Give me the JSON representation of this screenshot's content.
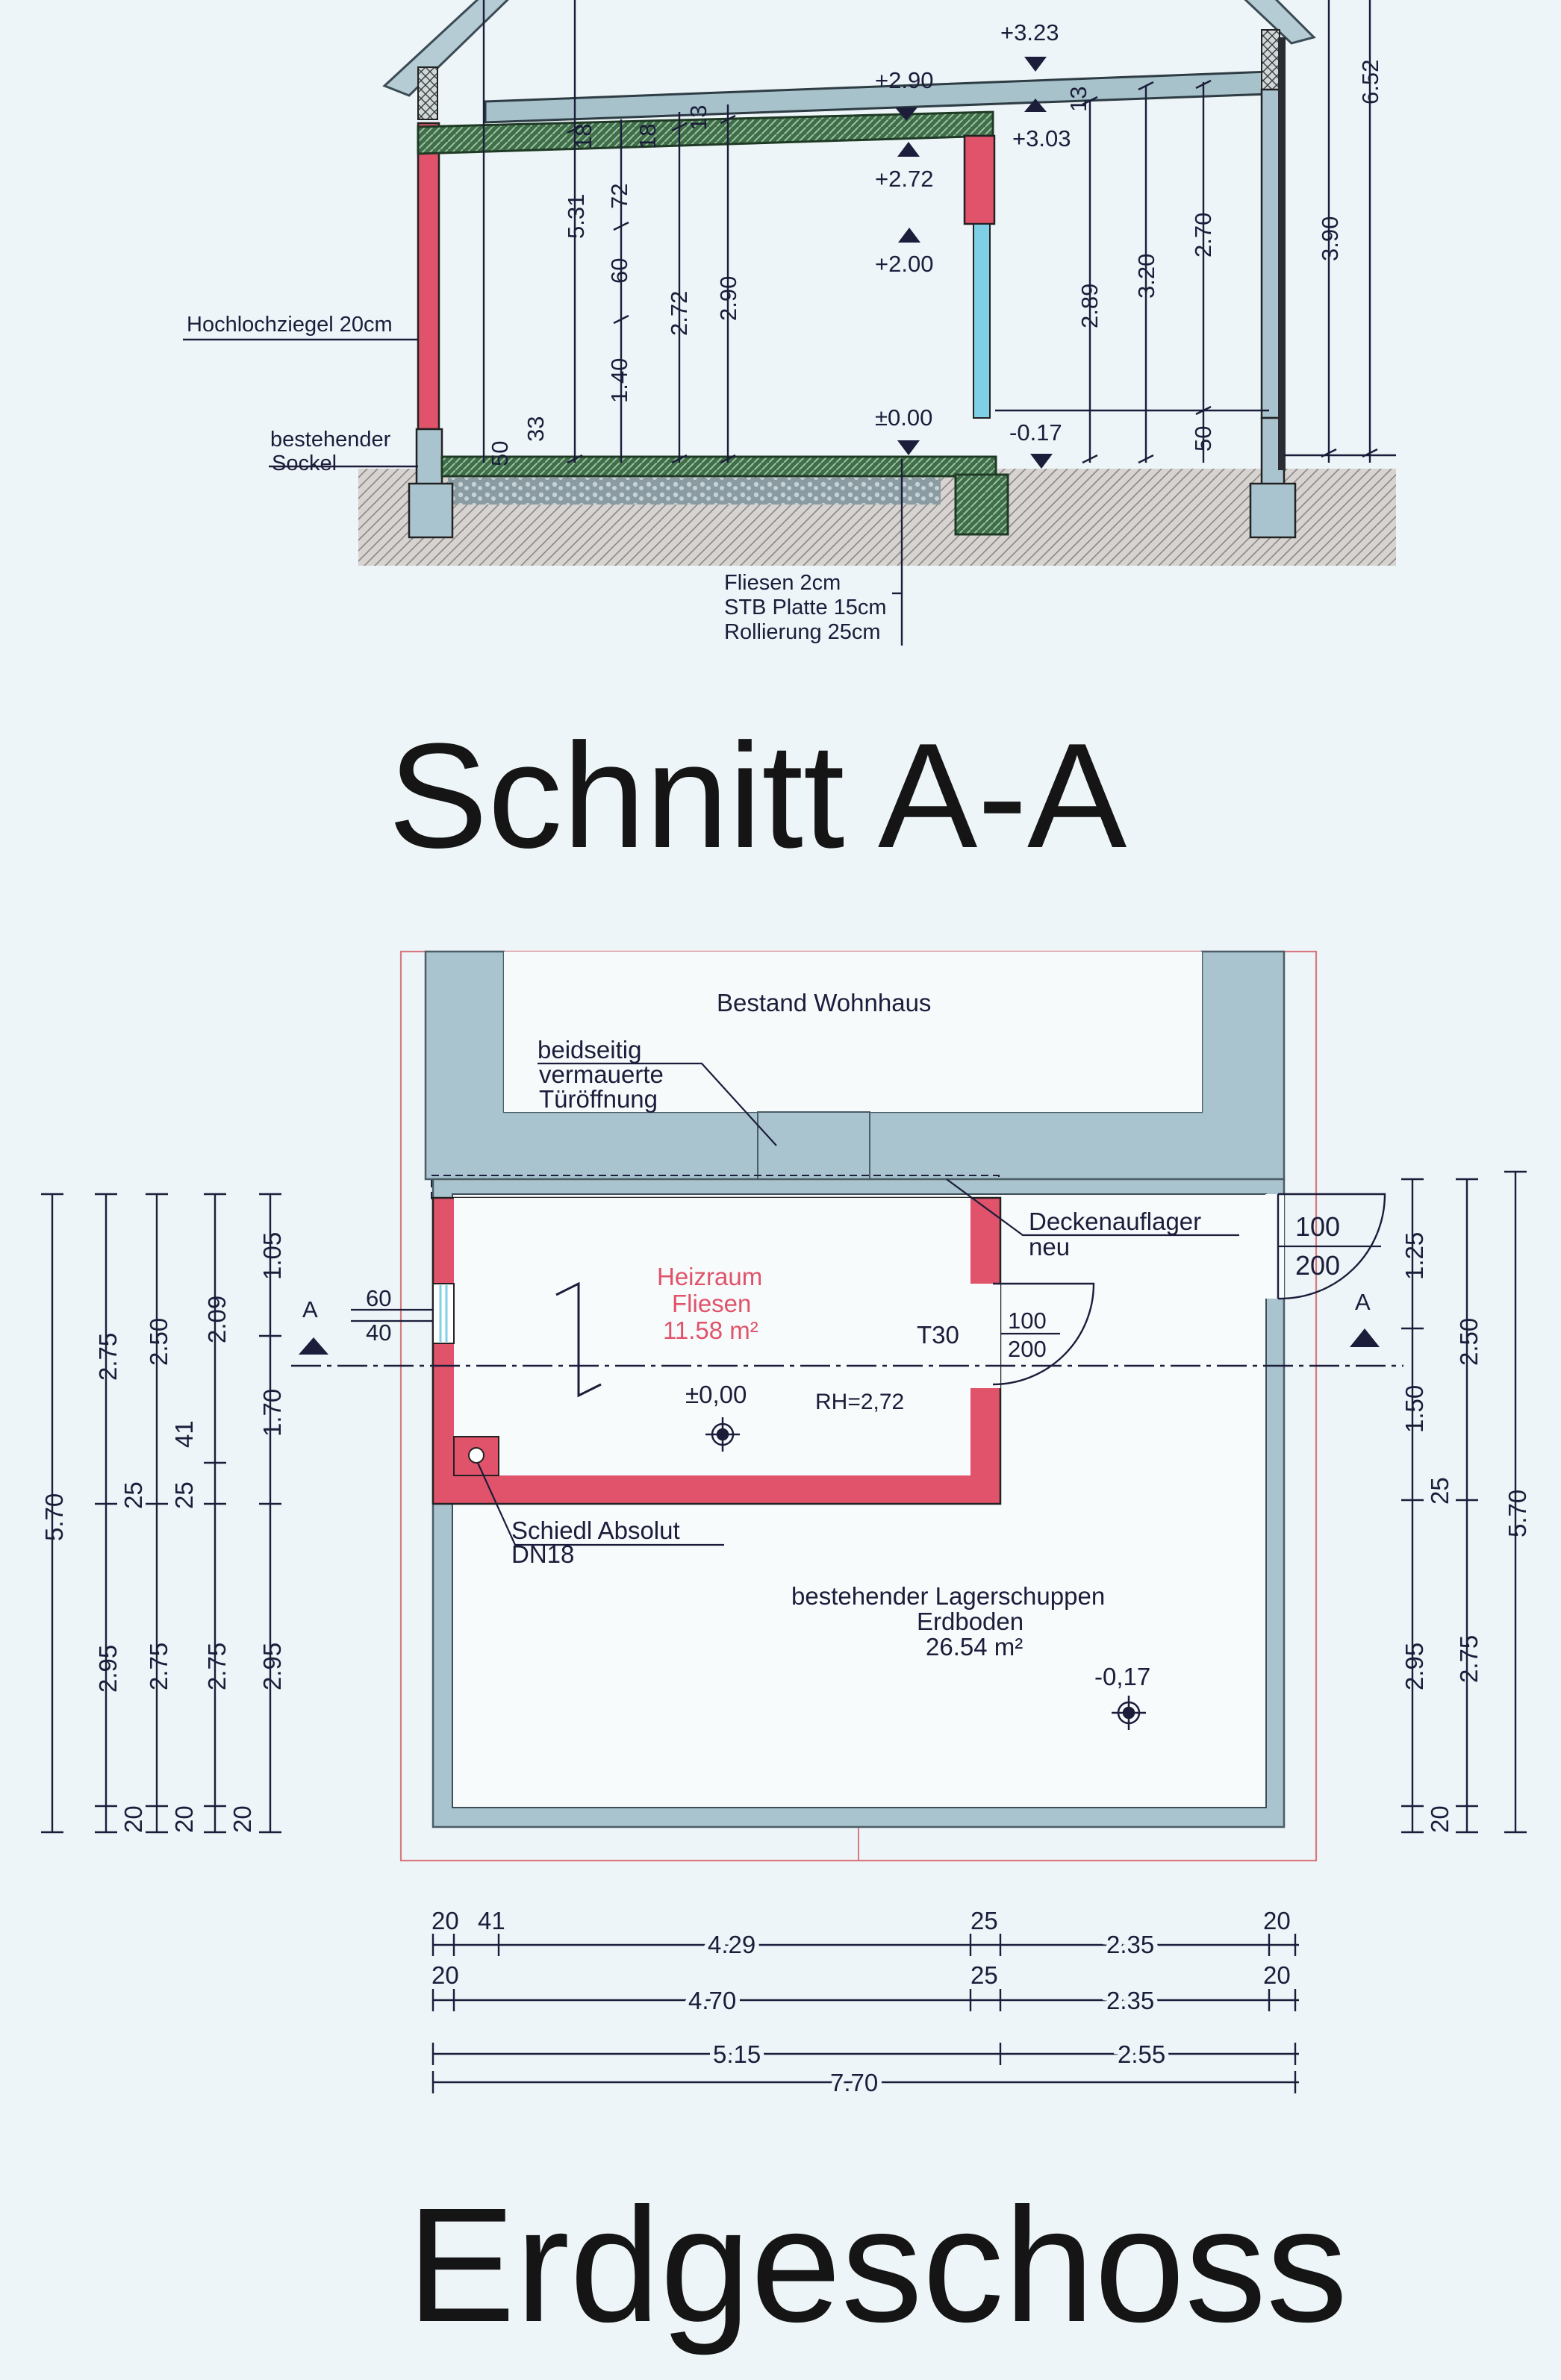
{
  "section": {
    "title": "Schnitt A-A",
    "labels": {
      "wall": "Hochlochziegel 20cm",
      "sockel_1": "bestehender",
      "sockel_2": "Sockel",
      "floor_1": "Fliesen 2cm",
      "floor_2": "STB Platte 15cm",
      "floor_3": "Rollierung 25cm"
    },
    "levels": {
      "l323": "+3.23",
      "l290": "+2.90",
      "l303": "+3.03",
      "l272": "+2.72",
      "l200": "+2.00",
      "l000": "±0.00",
      "lm017": "-0.17"
    },
    "dims": {
      "d531": "5.31",
      "d18a": "18",
      "d72": "72",
      "d60": "60",
      "d140": "1.40",
      "d18b": "18",
      "d272": "2.72",
      "d13": "13",
      "d290": "2.90",
      "d33": "33",
      "d50a": "50",
      "d289": "2.89",
      "d320": "3.20",
      "d270": "2.70",
      "d50b": "50",
      "d390": "3.90",
      "d652": "6.52",
      "d13b": "13"
    }
  },
  "plan": {
    "title": "Erdgeschoss",
    "labels": {
      "bestand": "Bestand Wohnhaus",
      "door_1": "beidseitig",
      "door_2": "vermauerte",
      "door_3": "Türöffnung",
      "decken_1": "Deckenauflager",
      "decken_2": "neu",
      "room1_name": "Heizraum",
      "room1_floor": "Fliesen",
      "room1_area": "11.58 m²",
      "room1_level": "±0,00",
      "rh": "RH=2,72",
      "t30": "T30",
      "schiedl_1": "Schiedl Absolut",
      "schiedl_2": "DN18",
      "room2_name": "bestehender Lagerschuppen",
      "room2_floor": "Erdboden",
      "room2_area": "26.54 m²",
      "room2_level": "-0,17",
      "cut_left": "A",
      "cut_right": "A",
      "win_top": "60",
      "win_bot": "40",
      "door_t30_top": "100",
      "door_t30_bot": "200",
      "door_ext_top": "100",
      "door_ext_bot": "200"
    },
    "left_dims": {
      "c1": "5.70",
      "c2a": "2.75",
      "c2b": "2.95",
      "c2c": "20",
      "c3a": "2.50",
      "c3b": "25",
      "c3c": "2.75",
      "c3d": "20",
      "c4a": "2.09",
      "c4b": "41",
      "c4c": "25",
      "c4d": "2.75",
      "c4e": "20",
      "c5a": "1.05",
      "c5b": "1.70",
      "c5c": "2.95"
    },
    "right_dims": {
      "r1a": "1.25",
      "r1b": "1.50",
      "r1c": "25",
      "r1d": "2.95",
      "r1e": "20",
      "r2a": "2.50",
      "r2b": "2.75",
      "r3": "5.70"
    },
    "bottom_dims": {
      "b1a": "20",
      "b1b": "41",
      "b1c": "4.29",
      "b1d": "25",
      "b1e": "2.35",
      "b1f": "20",
      "b2a": "20",
      "b2b": "4.70",
      "b2c": "25",
      "b2d": "2.35",
      "b2e": "20",
      "b3a": "5.15",
      "b3b": "2.55",
      "b4": "7.70"
    }
  },
  "colors": {
    "ink": "#1b1d3a",
    "wall_grey": "#a9c4cf",
    "new_wall_red": "#e0536a",
    "slab_green": "#3d6b46",
    "ground": "#c8c4c0",
    "window": "#7fd0e6"
  }
}
